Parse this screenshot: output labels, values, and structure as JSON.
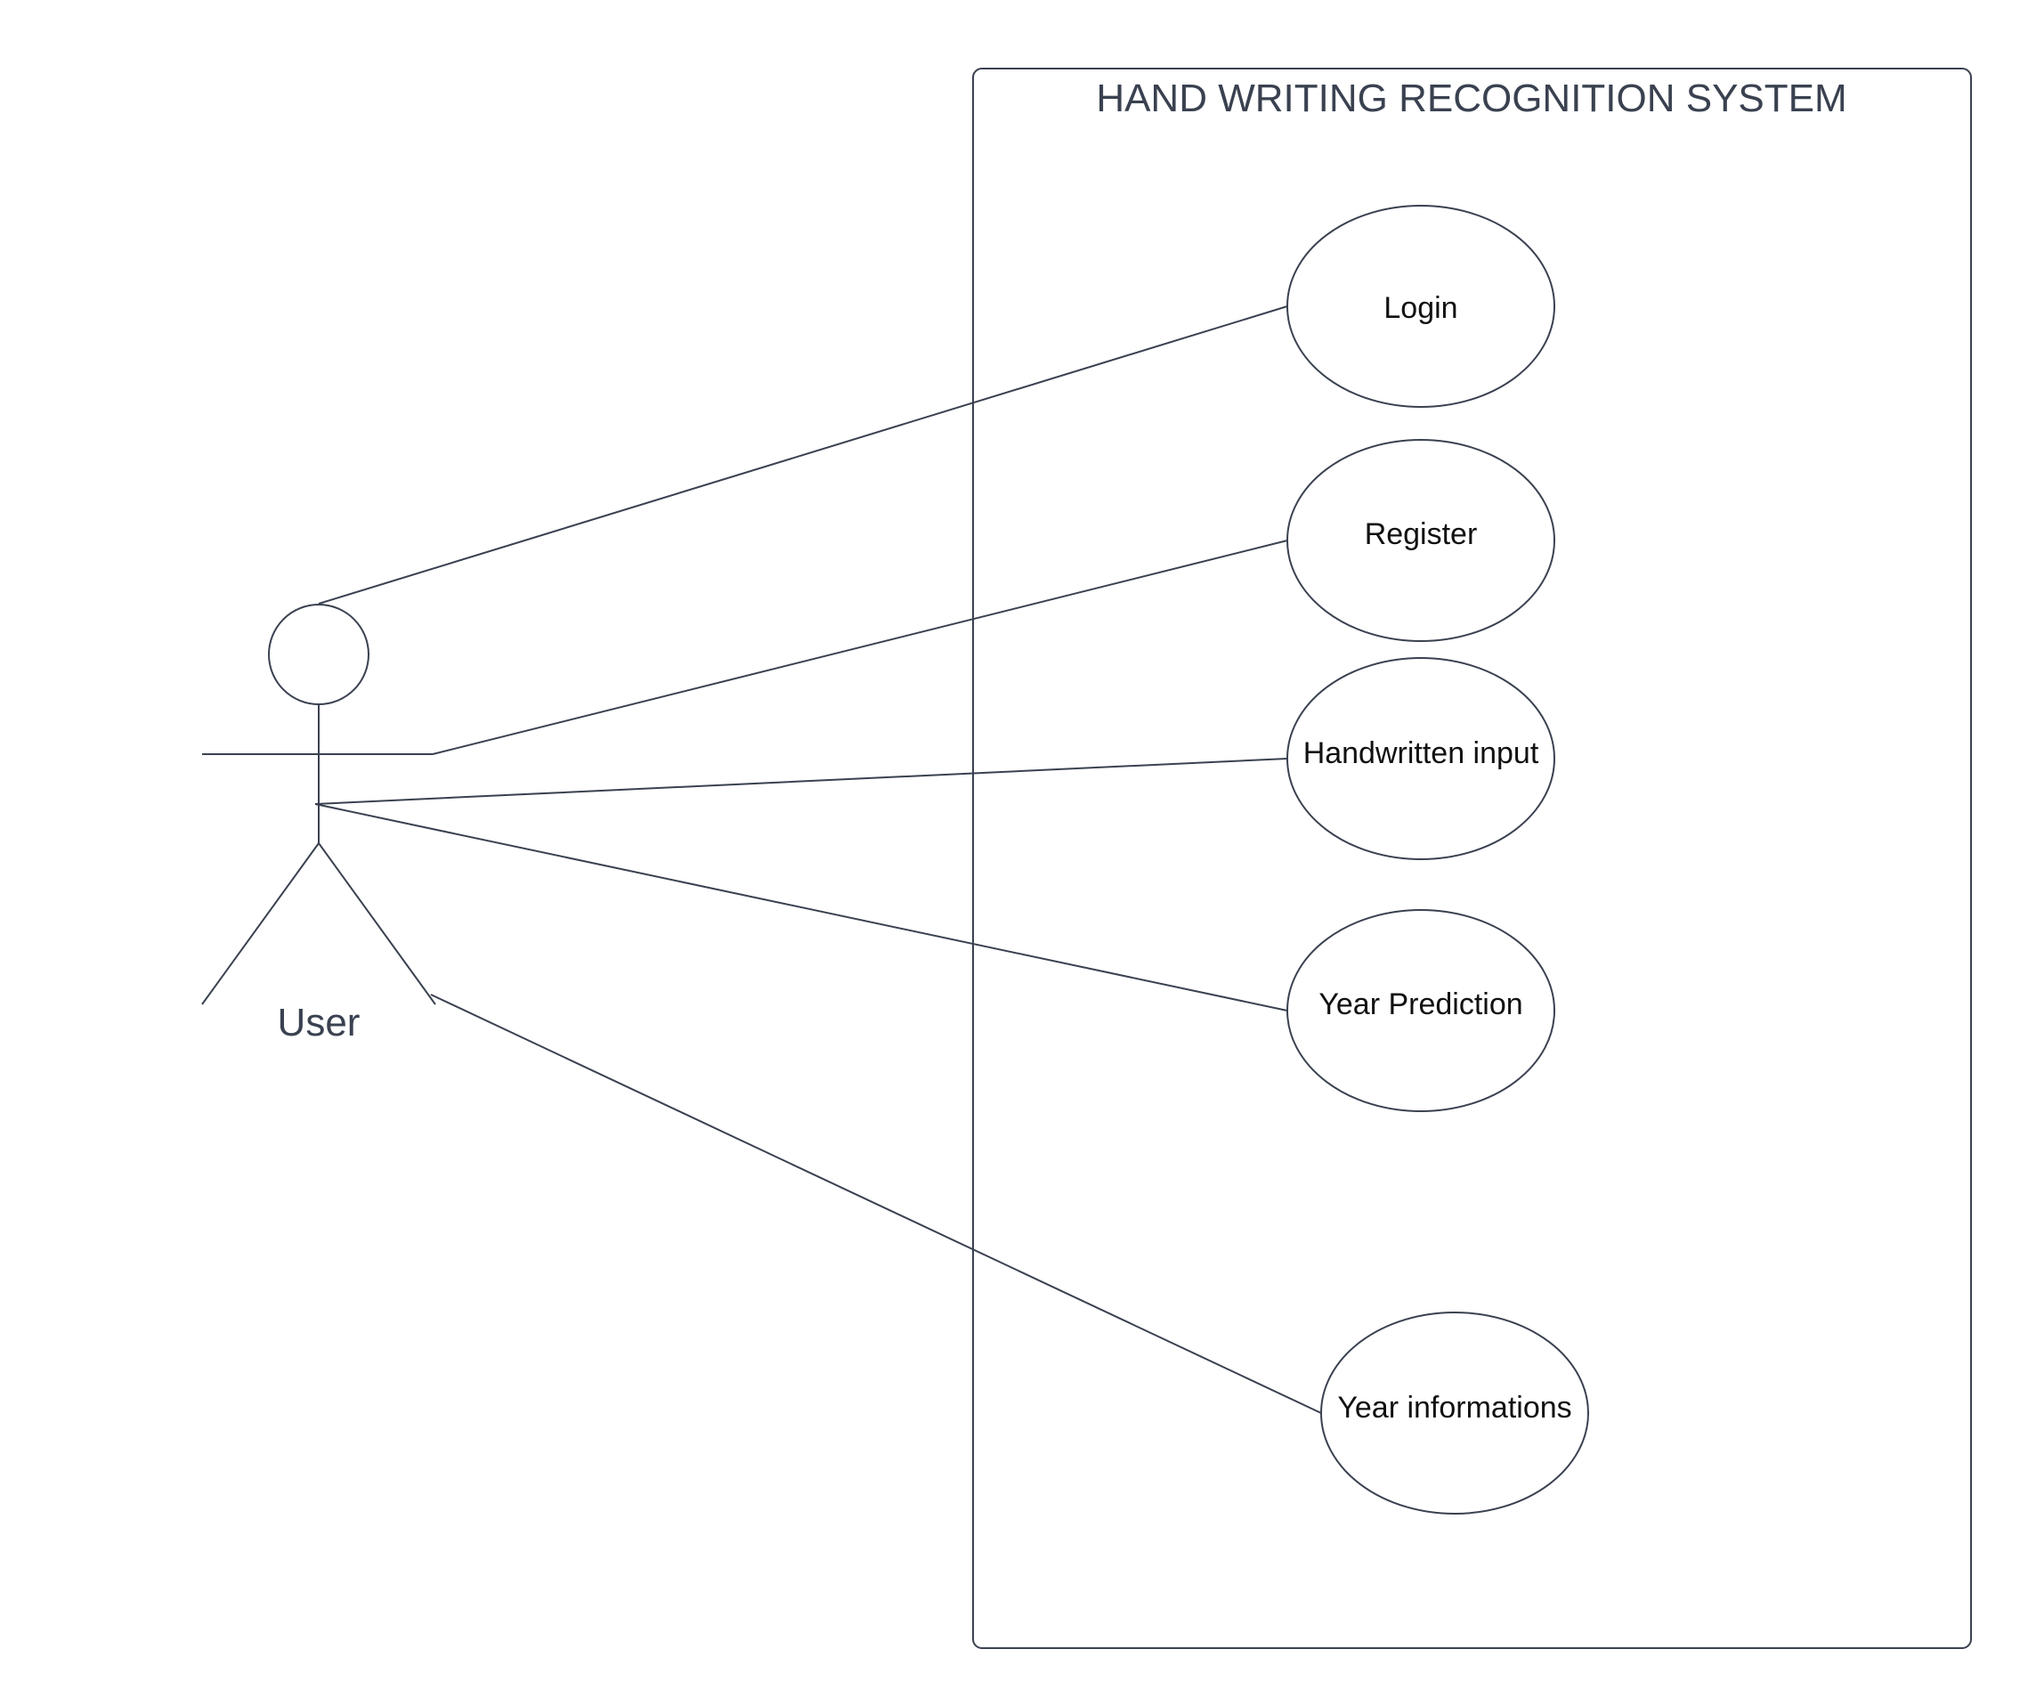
{
  "diagram": {
    "type": "use-case",
    "system": {
      "title": "HAND WRITING RECOGNITION SYSTEM"
    },
    "actor": {
      "label": "User"
    },
    "use_cases": [
      {
        "id": "login",
        "label": "Login"
      },
      {
        "id": "register",
        "label": "Register"
      },
      {
        "id": "handwritten-input",
        "label": "Handwritten input"
      },
      {
        "id": "year-prediction",
        "label": "Year Prediction"
      },
      {
        "id": "year-informations",
        "label": "Year informations"
      }
    ]
  },
  "colors": {
    "line": "#3a4150",
    "text": "#111111",
    "title": "#3a4150",
    "background": "#ffffff"
  }
}
